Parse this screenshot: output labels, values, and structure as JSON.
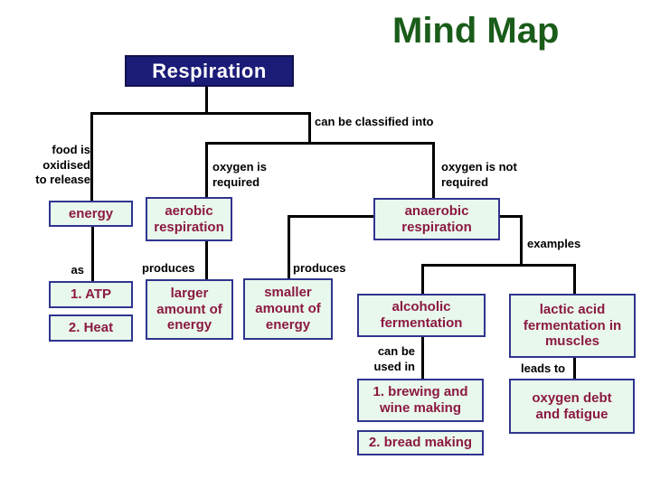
{
  "slide_title": "Mind Map",
  "colors": {
    "title_green": "#1A5C1A",
    "root_box_bg": "#1B1B78",
    "root_box_text": "#FFFFFF",
    "node_fill": "#E9F8EC",
    "node_border": "#2F3590",
    "node_text": "#8B1A42",
    "connector": "#000000",
    "edge_label_text": "#000000"
  },
  "root": {
    "label": "Respiration"
  },
  "nodes": {
    "energy": {
      "label": "energy"
    },
    "aerobic": {
      "label": "aerobic\nrespiration"
    },
    "anaerobic": {
      "label": "anaerobic\nrespiration"
    },
    "atp": {
      "label": "1. ATP"
    },
    "heat": {
      "label": "2. Heat"
    },
    "larger": {
      "label": "larger\namount of\nenergy"
    },
    "smaller": {
      "label": "smaller\namount of\nenergy"
    },
    "alcoholic": {
      "label": "alcoholic\nfermentation"
    },
    "lactic": {
      "label": "lactic acid\nfermentation in\nmuscles"
    },
    "brewing": {
      "label": "1. brewing and\nwine making"
    },
    "bread": {
      "label": "2. bread making"
    },
    "oxygen_debt": {
      "label": "oxygen debt\nand fatigue"
    }
  },
  "edge_labels": {
    "classified": "can be classified into",
    "food_oxidised": "food is\noxidised\nto release",
    "oxygen_required": "oxygen is\nrequired",
    "oxygen_not_required": "oxygen is not\nrequired",
    "as": "as",
    "produces_left": "produces",
    "produces_right": "produces",
    "examples": "examples",
    "can_be_used_in": "can be\nused in",
    "leads_to": "leads to"
  }
}
